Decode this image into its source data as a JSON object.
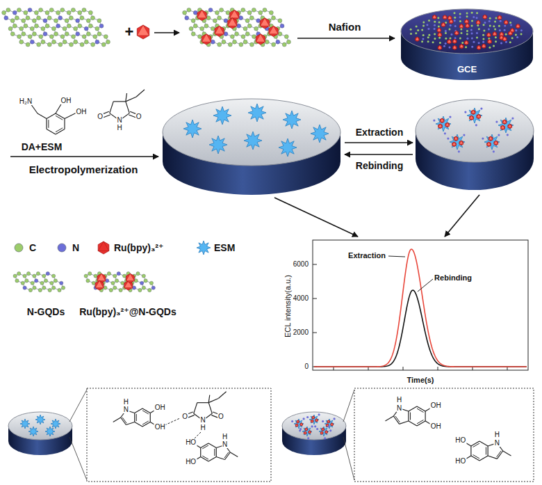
{
  "diagram": {
    "nodes": [
      {
        "text": [
          "GCE"
        ]
      }
    ],
    "labels": [
      "+",
      "Nafion",
      "DA+ESM",
      "Electropolymerization",
      "Extraction",
      "Rebinding",
      "N-GQDs",
      "Ru(bpy)₃²⁺@N-GQDs",
      "ECL intensity(a.u.)",
      "Time(s)",
      "6000",
      "4000",
      "2000",
      "0",
      "Extraction",
      "Rebinding",
      "H₂N",
      "OH",
      "OH",
      "O",
      "O",
      "N",
      "H",
      "H",
      "N",
      "OH",
      "OH",
      "O",
      "O",
      "N",
      "H",
      "HO",
      "HO",
      "H",
      "N",
      "H",
      "N",
      "OH",
      "OH",
      "HO",
      "HO",
      "H",
      "N"
    ],
    "legend": [
      {
        "text": "C",
        "color": "#9ccc6b"
      },
      {
        "text": "N",
        "color": "#6c6ed8"
      },
      {
        "text": "Ru(bpy)₃²⁺",
        "color": "#e8322f"
      },
      {
        "text": "ESM",
        "color": "#55b5f2"
      }
    ]
  }
}
